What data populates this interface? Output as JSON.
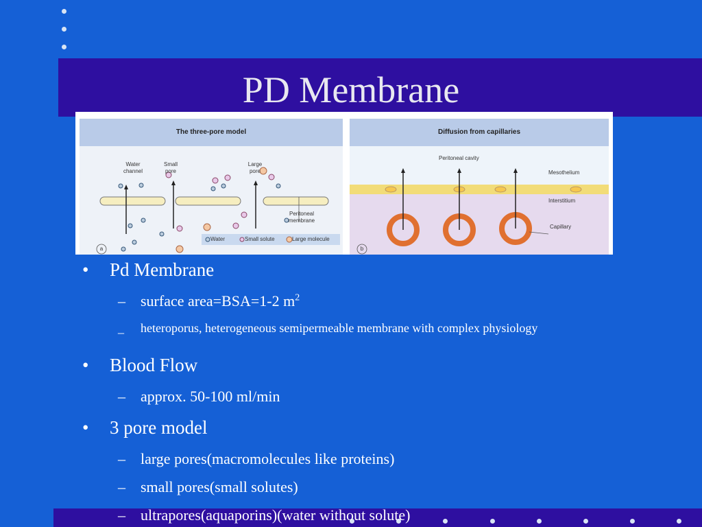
{
  "slide": {
    "title": "PD Membrane"
  },
  "figure": {
    "panel_a": {
      "heading": "The three-pore model",
      "letter": "a",
      "labels": {
        "water_channel": "Water channel",
        "small_pore": "Small pore",
        "large_pore": "Large pore",
        "peritoneal_membrane": "Peritoneal membrane"
      },
      "legend": {
        "water": "Water",
        "small_solute": "Small solute",
        "large_molecule": "Large molecule"
      }
    },
    "panel_b": {
      "heading": "Diffusion from capillaries",
      "letter": "b",
      "labels": {
        "peritoneal_cavity": "Peritoneal cavity",
        "mesothelium": "Mesothelium",
        "interstitium": "Interstitium",
        "capillary": "Capillary"
      }
    }
  },
  "bullets": [
    {
      "bullet": "•",
      "text": "Pd Membrane",
      "sub": [
        {
          "dash": "–",
          "text": "surface area=BSA=1-2 m",
          "sup": "2"
        },
        {
          "dash": "_",
          "text": "heteroporus, heterogeneous semipermeable membrane with complex physiology"
        }
      ]
    },
    {
      "bullet": "•",
      "text": "Blood Flow",
      "sub": [
        {
          "dash": "–",
          "text": "approx. 50-100 ml/min"
        }
      ]
    },
    {
      "bullet": "•",
      "text": "3 pore model",
      "sub": [
        {
          "dash": "–",
          "text": "large pores(macromolecules like proteins)"
        },
        {
          "dash": "–",
          "text": "small pores(small solutes)"
        },
        {
          "dash": "–",
          "text": "ultrapores(aquaporins)(water without solute)"
        }
      ]
    }
  ],
  "colors": {
    "background": "#1560d6",
    "band": "#2e0fa0",
    "title_text": "#e8e8f0"
  }
}
